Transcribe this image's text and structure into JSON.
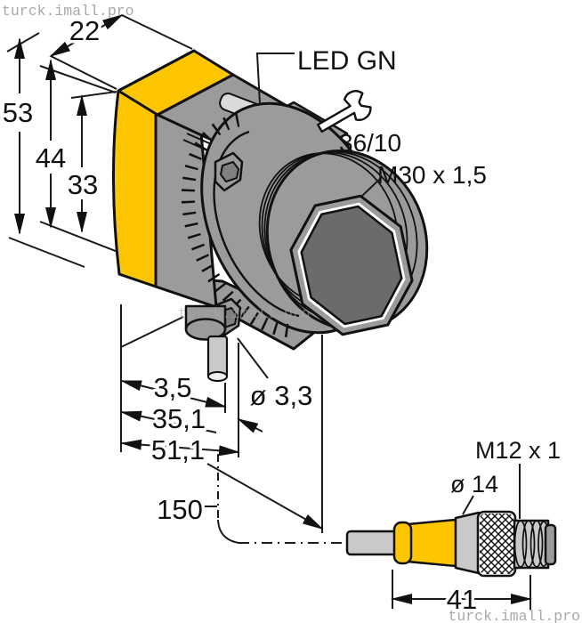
{
  "watermark": {
    "text": "turck.imall.pro"
  },
  "sensor": {
    "led_label": "LED GN",
    "wrench_size_label": "36/10",
    "lens_thread_label": "M30 x 1,5",
    "dims": {
      "housing_width": "22",
      "height_overall": "53",
      "height_body": "44",
      "height_front": "33",
      "rear_offset": "3,5",
      "depth_body": "35,1",
      "depth_overall": "51,1",
      "mount_hole_diameter": "ø 3,3",
      "cable_length": "150"
    }
  },
  "connector": {
    "thread_label": "M12 x 1",
    "diameter_label": "ø 14",
    "length": "41"
  },
  "icons": {
    "wrench": "open-end wrench"
  },
  "colors": {
    "housing_yellow": "#FEC601",
    "body_gray": "#9B9B9B",
    "lens_dark": "#6B6B6B",
    "led_window": "#DADADA",
    "cable_gray": "#C9C9C9",
    "knurl_white": "#FFFFFF",
    "hole_gray": "#808080",
    "outline": "#111111"
  }
}
